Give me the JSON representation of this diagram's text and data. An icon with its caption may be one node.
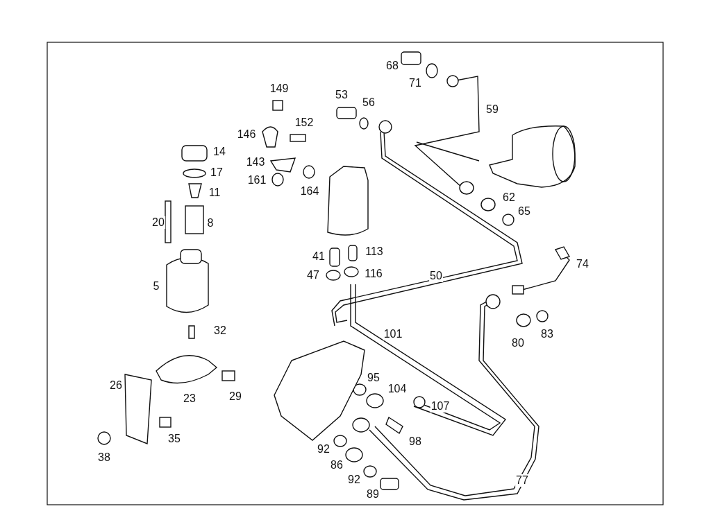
{
  "diagram": {
    "labels": [
      "68",
      "71",
      "149",
      "53",
      "56",
      "59",
      "146",
      "152",
      "14",
      "143",
      "17",
      "161",
      "11",
      "164",
      "62",
      "65",
      "20",
      "8",
      "74",
      "41",
      "113",
      "47",
      "116",
      "5",
      "50",
      "101",
      "83",
      "80",
      "32",
      "95",
      "26",
      "104",
      "107",
      "23",
      "29",
      "35",
      "98",
      "38",
      "92",
      "86",
      "92",
      "77",
      "89"
    ]
  }
}
